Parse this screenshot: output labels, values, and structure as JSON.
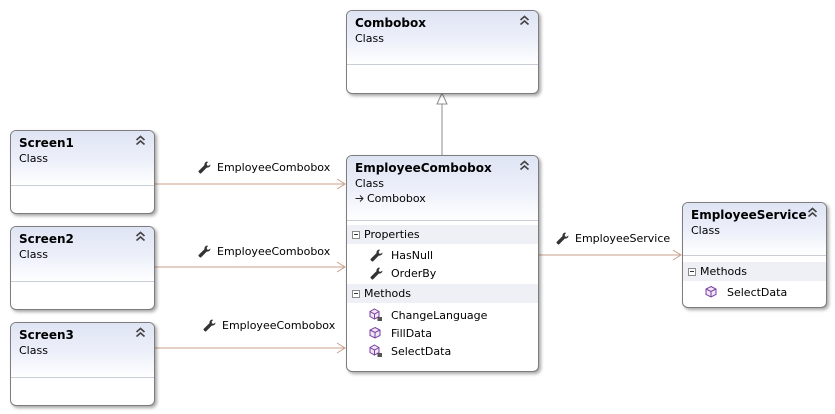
{
  "classes": {
    "combobox": {
      "name": "Combobox",
      "type": "Class"
    },
    "employee_combobox": {
      "name": "EmployeeCombobox",
      "type": "Class",
      "inherits": "Combobox",
      "properties_label": "Properties",
      "properties": [
        "HasNull",
        "OrderBy"
      ],
      "methods_label": "Methods",
      "methods": [
        "ChangeLanguage",
        "FillData",
        "SelectData"
      ]
    },
    "employee_service": {
      "name": "EmployeeService",
      "type": "Class",
      "methods_label": "Methods",
      "methods": [
        "SelectData"
      ]
    },
    "screen1": {
      "name": "Screen1",
      "type": "Class"
    },
    "screen2": {
      "name": "Screen2",
      "type": "Class"
    },
    "screen3": {
      "name": "Screen3",
      "type": "Class"
    }
  },
  "associations": {
    "screen1": "EmployeeCombobox",
    "screen2": "EmployeeCombobox",
    "screen3": "EmployeeCombobox",
    "service": "EmployeeService"
  },
  "colors": {
    "connector": "#c9a089",
    "inheritance": "#8c8c8c",
    "method_icon": "#7a3fa0",
    "header": "#dfe4f4"
  },
  "icons": {
    "property": "wrench-icon",
    "method": "method-cube-icon",
    "protected_method": "protected-method-icon",
    "collapse": "double-chevron-up-icon"
  }
}
